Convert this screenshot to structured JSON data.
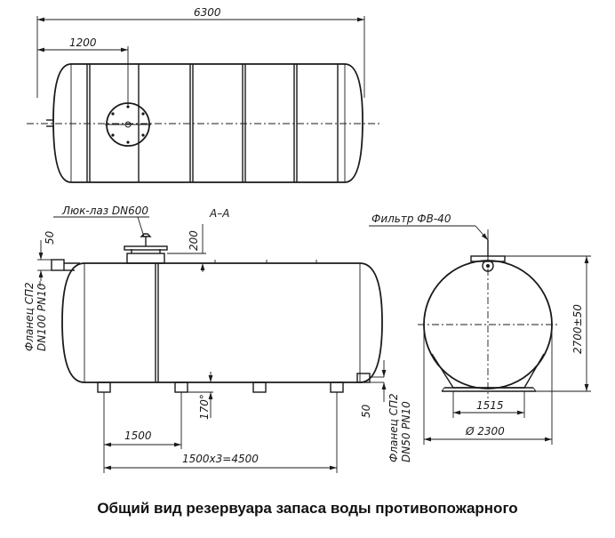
{
  "caption": "Общий вид резервуара запаса воды противопожарного",
  "dims": {
    "overall_length": "6300",
    "manhole_offset": "1200",
    "manhole_height": "200",
    "top_nozzle": "50",
    "bottom_nozzle": "50",
    "support_pitch": "1500",
    "support_total": "1500х3=4500",
    "angle": "170°",
    "height": "2700±50",
    "support_width": "1515",
    "diameter": "Ø 2300"
  },
  "labels": {
    "manhole": "Люк-лаз DN600",
    "section": "А–А",
    "filter": "Фильтр ФВ-40",
    "flange_top_1": "Фланец СП2",
    "flange_top_2": "DN100 PN10",
    "flange_bot_1": "Фланец СП2",
    "flange_bot_2": "DN50 PN10"
  }
}
